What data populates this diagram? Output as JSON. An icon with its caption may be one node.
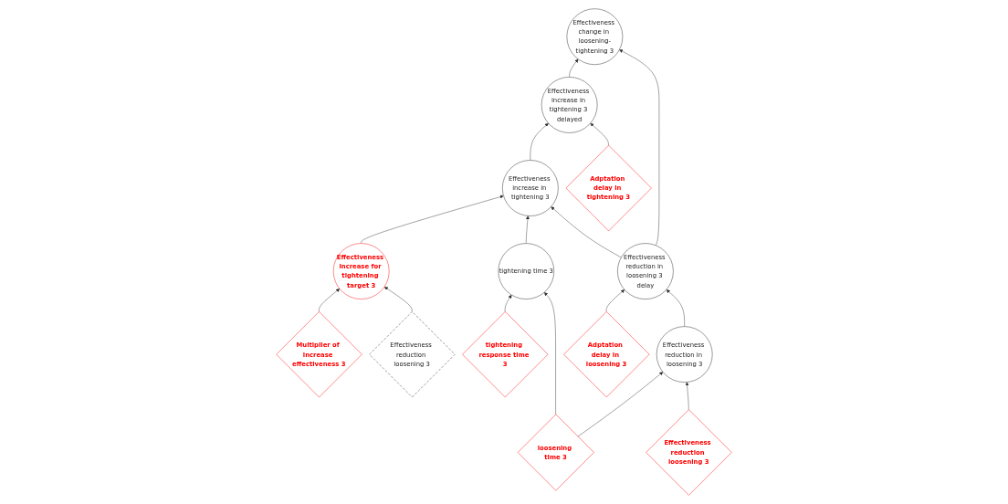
{
  "diagram": {
    "nodes": [
      {
        "text": [
          "Adptation delay in tightening 3"
        ]
      },
      {
        "text": [
          "Effectiveness change in loosening-tightening 3"
        ]
      },
      {
        "text": [
          "Effectiveness increase in tightening 3 delayed"
        ]
      },
      {
        "text": [
          "Effectiveness reduction in loosening 3 delay"
        ]
      },
      {
        "text": [
          "Effectiveness reduction in loosening 3"
        ]
      },
      {
        "text": [
          "Effectiveness reduction loosening 3"
        ]
      },
      {
        "text": [
          "Effectiveness increase for tightening target 3"
        ]
      },
      {
        "text": [
          "Effectiveness increase in tightening 3"
        ]
      },
      {
        "text": [
          "loosening time 3"
        ]
      },
      {
        "text": [
          "Adptation delay in loosening 3"
        ]
      },
      {
        "text": [
          "Multiplier of increase effectiveness 3"
        ]
      },
      {
        "text": [
          "Effectiveness reduction loosening 3"
        ]
      },
      {
        "text": [
          "tightening time 3"
        ]
      },
      {
        "text": [
          "tightening response time 3"
        ]
      }
    ],
    "edges": [
      {
        "from": 0,
        "to": 2,
        "arrow": "to"
      },
      {
        "from": 2,
        "to": 1,
        "arrow": "to"
      },
      {
        "from": 3,
        "to": 1,
        "arrow": "to"
      },
      {
        "from": 7,
        "to": 2,
        "arrow": "to"
      },
      {
        "from": 3,
        "to": 7,
        "arrow": "to"
      },
      {
        "from": 4,
        "to": 3,
        "arrow": "to"
      },
      {
        "from": 5,
        "to": 4,
        "arrow": "to"
      },
      {
        "from": 8,
        "to": 4,
        "arrow": "to"
      },
      {
        "from": 9,
        "to": 3,
        "arrow": "to"
      },
      {
        "from": 6,
        "to": 7,
        "arrow": "to"
      },
      {
        "from": 10,
        "to": 6,
        "arrow": "to"
      },
      {
        "from": 11,
        "to": 6,
        "arrow": "to"
      },
      {
        "from": 8,
        "to": 12,
        "arrow": "to"
      },
      {
        "from": 12,
        "to": 7,
        "arrow": "to"
      },
      {
        "from": 13,
        "to": 12,
        "arrow": "to"
      }
    ]
  }
}
